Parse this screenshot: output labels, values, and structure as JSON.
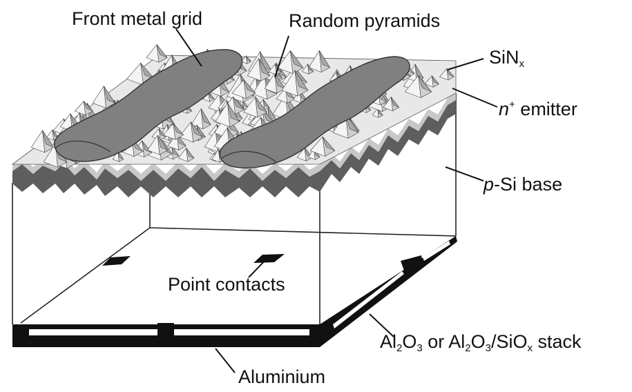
{
  "labels": {
    "front_metal_grid": "Front metal grid",
    "random_pyramids": "Random pyramids",
    "sinx_base": "SiN",
    "sinx_sub": "x",
    "emitter_italic": "n",
    "emitter_sup": "+",
    "emitter_rest": " emitter",
    "base_italic": "p",
    "base_rest": "-Si base",
    "point_contacts": "Point contacts",
    "dielectric": {
      "p1": "Al",
      "s1": "2",
      "p2": "O",
      "s2": "3",
      "p3": " or Al",
      "s3": "2",
      "p4": "O",
      "s4": "3",
      "p5": "/SiO",
      "s5": "x",
      "p6": " stack"
    },
    "aluminium": "Aluminium"
  },
  "colors": {
    "metal_grid": "#808080",
    "emitter_layer": "#5e5e5e",
    "nitride_layer": "#c8c8c8",
    "aluminium": "#111111",
    "pyramid_light": "#f4f4f4",
    "pyramid_mid": "#cfcfcf",
    "pyramid_dark": "#a9a9a9"
  }
}
